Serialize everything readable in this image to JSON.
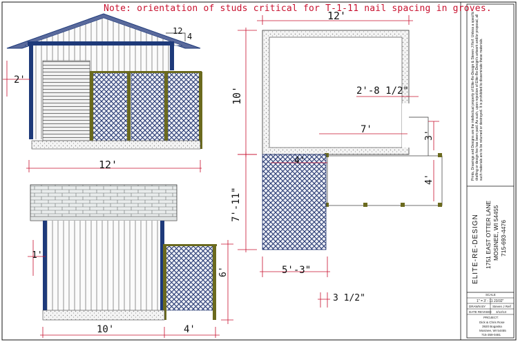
{
  "note": "Note: orientation of studs critical for T-1-11 nail spacing in groves.",
  "front_elevation": {
    "roof_pitch_rise": "12",
    "roof_pitch_run": "4",
    "overhang_dim": "2'",
    "width_dim": "12'"
  },
  "side_elevation": {
    "overhang_dim": "1'",
    "shed_width_dim": "10'",
    "lean_to_width_dim": "4'",
    "lean_to_height_dim": "6'"
  },
  "floor_plan": {
    "top_dim": "12'",
    "left_dim": "10'",
    "door_dim": "2'-8 1/2\"",
    "interior_dim": "7'",
    "side_dim_3": "3'",
    "side_dim_4": "4'",
    "deck_left_dim": "4'",
    "left_lower_dim": "7'-11\"",
    "bottom_dim": "5'-3\"",
    "stud_dim": "3 1/2\""
  },
  "title_block": {
    "disclaimer": "Prints, Drawings and Designs are the intellectual property of Elite-Re-Design & Steven J Reif. Unless a specific drafting or design fee has been paid. As such, upon rejection of Elite-Re-Design's artwork and/or proposal, all such materials are to be returned or destroyed. It is prohibited to disseminate these materials.",
    "company": "ELITE-RE-DESIGN",
    "address": "1751 EAST OTTER LANE",
    "city": "MOSINEE, WI 54455",
    "phone": "715-693-4476",
    "scale_label": "SCALE",
    "scale_value": "1\" = 3' - 11 23/32\"",
    "drawn_by_label": "DRAWN BY",
    "drawn_by_value": "Steven J Reif",
    "date_label": "DATE REVISED",
    "date_value": "3/12/13",
    "project_label": "PROJECT:",
    "project_line1": "Dick & Chris Rose",
    "project_line2": "3920 Bogaska",
    "project_line3": "Mosinee, WI 54455",
    "project_line4": "715-359-0481"
  },
  "colors": {
    "dimension_red": "#c8102e",
    "frame_blue": "#1e3a7a",
    "post_olive": "#6b6a1e",
    "lattice_navy": "#1c2f6b"
  }
}
